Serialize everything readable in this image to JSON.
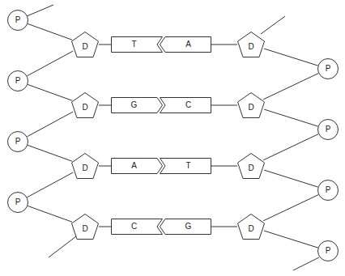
{
  "diagram": {
    "nodes": [
      {
        "text": [
          "P"
        ]
      },
      {
        "text": [
          "D"
        ]
      },
      {
        "text": [
          "T"
        ]
      },
      {
        "text": [
          "A"
        ]
      },
      {
        "text": [
          "D"
        ]
      },
      {
        "text": [
          "P"
        ]
      },
      {
        "text": [
          "P"
        ]
      },
      {
        "text": [
          "D"
        ]
      },
      {
        "text": [
          "G"
        ]
      },
      {
        "text": [
          "C"
        ]
      },
      {
        "text": [
          "D"
        ]
      },
      {
        "text": [
          "P"
        ]
      },
      {
        "text": [
          "P"
        ]
      },
      {
        "text": [
          "D"
        ]
      },
      {
        "text": [
          "A"
        ]
      },
      {
        "text": [
          "T"
        ]
      },
      {
        "text": [
          "D"
        ]
      },
      {
        "text": [
          "P"
        ]
      },
      {
        "text": [
          "P"
        ]
      },
      {
        "text": [
          "D"
        ]
      },
      {
        "text": [
          "C"
        ]
      },
      {
        "text": [
          "G"
        ]
      },
      {
        "text": [
          "D"
        ]
      },
      {
        "text": [
          "P"
        ]
      }
    ],
    "edges": [
      {
        "from": 0,
        "to": 1,
        "arrow": "none"
      },
      {
        "from": 1,
        "to": 6,
        "arrow": "none"
      },
      {
        "from": 6,
        "to": 7,
        "arrow": "none"
      },
      {
        "from": 7,
        "to": 12,
        "arrow": "none"
      },
      {
        "from": 12,
        "to": 13,
        "arrow": "none"
      },
      {
        "from": 13,
        "to": 18,
        "arrow": "none"
      },
      {
        "from": 18,
        "to": 19,
        "arrow": "none"
      },
      {
        "from": 4,
        "to": 5,
        "arrow": "none"
      },
      {
        "from": 5,
        "to": 10,
        "arrow": "none"
      },
      {
        "from": 10,
        "to": 11,
        "arrow": "none"
      },
      {
        "from": 11,
        "to": 16,
        "arrow": "none"
      },
      {
        "from": 16,
        "to": 17,
        "arrow": "none"
      },
      {
        "from": 17,
        "to": 22,
        "arrow": "none"
      },
      {
        "from": 22,
        "to": 23,
        "arrow": "none"
      },
      {
        "from": 1,
        "to": 2,
        "arrow": "none"
      },
      {
        "from": 3,
        "to": 4,
        "arrow": "none"
      },
      {
        "from": 7,
        "to": 8,
        "arrow": "none"
      },
      {
        "from": 9,
        "to": 10,
        "arrow": "none"
      },
      {
        "from": 13,
        "to": 14,
        "arrow": "none"
      },
      {
        "from": 15,
        "to": 16,
        "arrow": "none"
      },
      {
        "from": 19,
        "to": 20,
        "arrow": "none"
      },
      {
        "from": 21,
        "to": 22,
        "arrow": "none"
      }
    ]
  }
}
